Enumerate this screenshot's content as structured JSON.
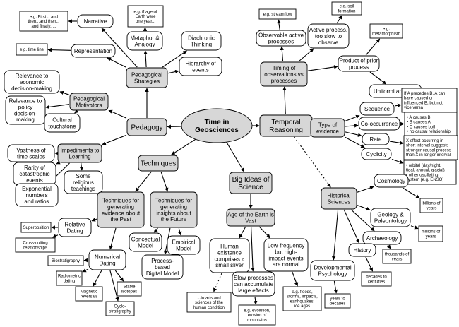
{
  "diagram": {
    "nodes": {
      "root": "Time in\nGeosciences",
      "pedagogy": "Pedagogy",
      "temporal_reasoning": "Temporal\nReasoning",
      "techniques": "Techniques",
      "big_ideas": "Big Ideas of\nScience",
      "pedagogical_strategies": "Pedagogical\nStrategies",
      "narrative": "Narrative",
      "narrative_eg": "e.g. First... and\nthen...and then...\nand finally.....",
      "representation": "Representation",
      "representation_eg": "e.g. time line",
      "metaphor": "Metaphor &\nAnalogy",
      "metaphor_eg": "e.g. if age of\nEarth were\none year...",
      "diachronic": "Diachronic\nThinking",
      "hierarchy": "Hierarchy of\nevents",
      "pedagogical_motivators": "Pedagogical\nMotivators",
      "econ": "Relevance to\neconomic\ndecision-making",
      "policy": "Relevance to\npolicy\ndecision-\nmaking",
      "cultural": "Cultural\ntouchstone",
      "impediments": "Impediments to\nLearning",
      "vastness": "Vastness of\ntime scales",
      "rarity": "Rarity of\ncatastrophic\nevents",
      "exponential": "Exponential\nnumbers\nand ratios",
      "religious": "Some\nreligious\nteachings",
      "past_tech": "Techniques for\ngenerating\nevidence about\nthe Past",
      "future_tech": "Techniques for\ngenerating\ninsights  about\nthe Future",
      "relative_dating": "Relative\nDating",
      "superposition": "Superposition",
      "crosscutting": "Cross-cutting\nrelationships",
      "numerical_dating": "Numerical\nDating",
      "biostratigraphy": "Biostratigraphy",
      "radiometric": "Radiometric\ndating",
      "magnetic": "Magnetic\nreversals",
      "stable": "Stable\nisotopes",
      "cyclo": "Cyclo-\nstratigraphy",
      "conceptual": "Conceptual\nModel",
      "empirical": "Empirical\nModel",
      "process_model": "Process-\nbased\nDigital Model",
      "age_earth": "Age of the Earth is\nVast",
      "human_sliver": "Human\nexistence\ncomprises a\nsmall sliver",
      "arts": "...to arts and\nsciences of the\nhuman condition",
      "slow": "Slow processes\ncan accumulate\nlarge effects",
      "slow_eg": "e.g. evolution,\nerosion of\nmountains",
      "lowfreq": "Low-frequency\nbut high-\nimpact events\nare normal",
      "lowfreq_eg": "e.g. floods,\nstorms, impacts,\nearthquakes,\nice ages",
      "timing": "Timing of\nobservations vs\nprocesses",
      "observable": "Observable active\nprocesses",
      "streamflow": "e.g. streamflow",
      "active_slow": "Active process,\ntoo slow to\nobserve",
      "soil": "e.g. soil\nformation",
      "prior": "Product of prior\nprocess",
      "metamorphism": "e.g.\nmetamorphism",
      "uniformitarianism": "Uniformitarianism",
      "type_evidence": "Type of\nevidence",
      "sequence": "Sequence",
      "sequence_note": "If A precedes B, A can\nhave caused or\ninfluenced B, but not\nvice versa",
      "cooccurrence": "Co-occurrence",
      "cooccurrence_note": "•  A causes B\n•  B causes A\n•  C causes both\n•  no causal relationship",
      "rate": "Rate",
      "rate_note": "X effect occurring in\nshort interval suggests\nstronger causal process\nthan X in longer interval",
      "cyclicity": "Cyclicity",
      "cyclicity_note": "• orbital (day/night,\ntidal, annual, glacial)\n• other oscillating\nsystem (e.g. ENSO)",
      "historical": "Historical\nSciences",
      "cosmology": "Cosmology",
      "billions": "billions of\nyears",
      "geology": "Geology &\nPaleontology",
      "millions": "millions of\nyears",
      "archaeology": "Archaeology",
      "thousands": "thousands of\nyears",
      "history": "History",
      "decades": "decades to\ncenturies",
      "devpsych": "Developmental\nPsychology",
      "years_decades": "years to\ndecades"
    }
  }
}
